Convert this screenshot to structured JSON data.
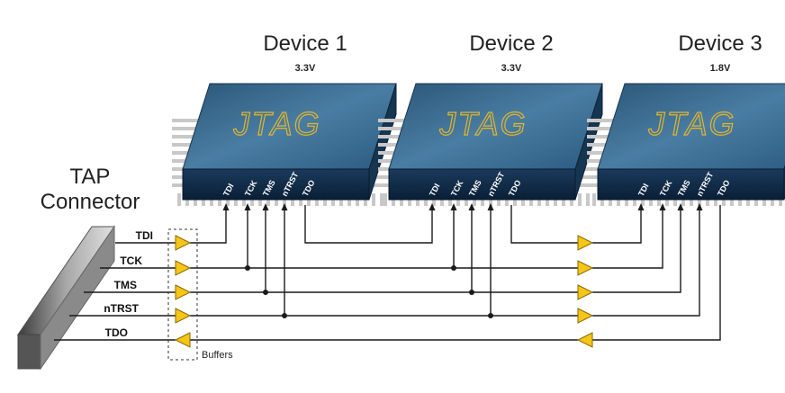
{
  "connector": {
    "title_line1": "TAP",
    "title_line2": "Connector",
    "signals": [
      "TDI",
      "TCK",
      "TMS",
      "nTRST",
      "TDO"
    ]
  },
  "buffers_label": "Buffers",
  "devices": [
    {
      "name": "Device 1",
      "voltage": "3.3V",
      "chip_label": "JTAG",
      "pins": [
        "TDI",
        "TCK",
        "TMS",
        "nTRST",
        "TDO"
      ]
    },
    {
      "name": "Device 2",
      "voltage": "3.3V",
      "chip_label": "JTAG",
      "pins": [
        "TDI",
        "TCK",
        "TMS",
        "nTRST",
        "TDO"
      ]
    },
    {
      "name": "Device 3",
      "voltage": "1.8V",
      "chip_label": "JTAG",
      "pins": [
        "TDI",
        "TCK",
        "TMS",
        "nTRST",
        "TDO"
      ]
    }
  ],
  "colors": {
    "chip_top": "#3c6d92",
    "chip_front": "#0f2a45",
    "chip_label": "#e3b62a",
    "buffer_fill": "#f5c518",
    "wire": "#1a1a1a",
    "pin_stripe": "#c8c8c8"
  }
}
